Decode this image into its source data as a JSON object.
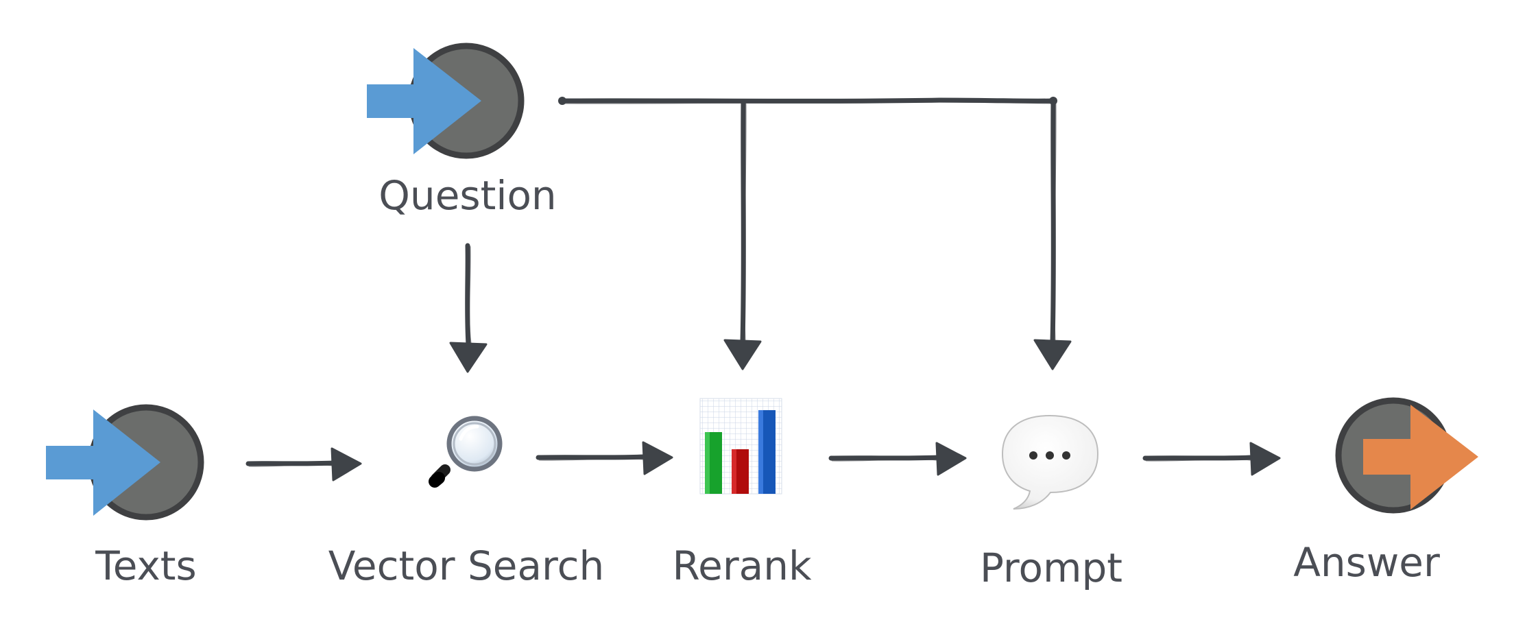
{
  "diagram": {
    "nodes": {
      "question": {
        "label": "Question",
        "icon": "input-circle-icon"
      },
      "texts": {
        "label": "Texts",
        "icon": "input-circle-icon"
      },
      "vector_search": {
        "label": "Vector Search",
        "icon": "magnifying-glass-icon"
      },
      "rerank": {
        "label": "Rerank",
        "icon": "bar-chart-icon"
      },
      "prompt": {
        "label": "Prompt",
        "icon": "speech-bubble-icon"
      },
      "answer": {
        "label": "Answer",
        "icon": "output-circle-icon"
      }
    },
    "edges": [
      {
        "from": "texts",
        "to": "vector_search"
      },
      {
        "from": "vector_search",
        "to": "rerank"
      },
      {
        "from": "rerank",
        "to": "prompt"
      },
      {
        "from": "prompt",
        "to": "answer"
      },
      {
        "from": "question",
        "to": "vector_search"
      },
      {
        "from": "question",
        "to": "rerank"
      },
      {
        "from": "question",
        "to": "prompt"
      }
    ],
    "colors": {
      "input_arrow": "#5a9bd4",
      "output_arrow": "#e5874b",
      "circle_fill": "#6b6d6b",
      "circle_stroke": "#3f4042",
      "line": "#3f4348",
      "label": "#4b4e55",
      "bar_green": "#17a22c",
      "bar_red": "#b00c0c",
      "bar_blue": "#1757b8"
    }
  }
}
